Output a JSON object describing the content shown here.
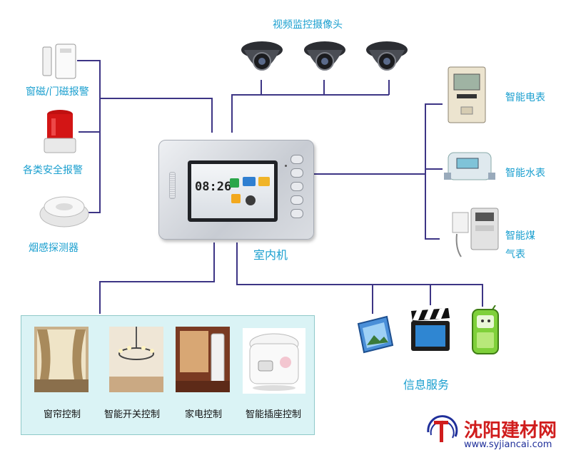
{
  "labels": {
    "cameras": "视频监控摄像头",
    "window_door_alarm": "窗磁/门磁报警",
    "safety_alarm": "各类安全报警",
    "smoke_detector": "烟感探测器",
    "electric_meter": "智能电表",
    "water_meter": "智能水表",
    "gas_meter_line1": "智能煤",
    "gas_meter_line2": "气表",
    "indoor_unit": "室内机",
    "info_service": "信息服务",
    "curtain": "窗帘控制",
    "switch": "智能开关控制",
    "appliance": "家电控制",
    "socket": "智能插座控制"
  },
  "screen": {
    "time": "08:26"
  },
  "watermark": {
    "brand": "沈阳建材网",
    "url": "www.syjiancai.com"
  },
  "colors": {
    "wire": "#3d3585",
    "label": "#1a9fcf",
    "panel_bg": "#daf3f5"
  }
}
